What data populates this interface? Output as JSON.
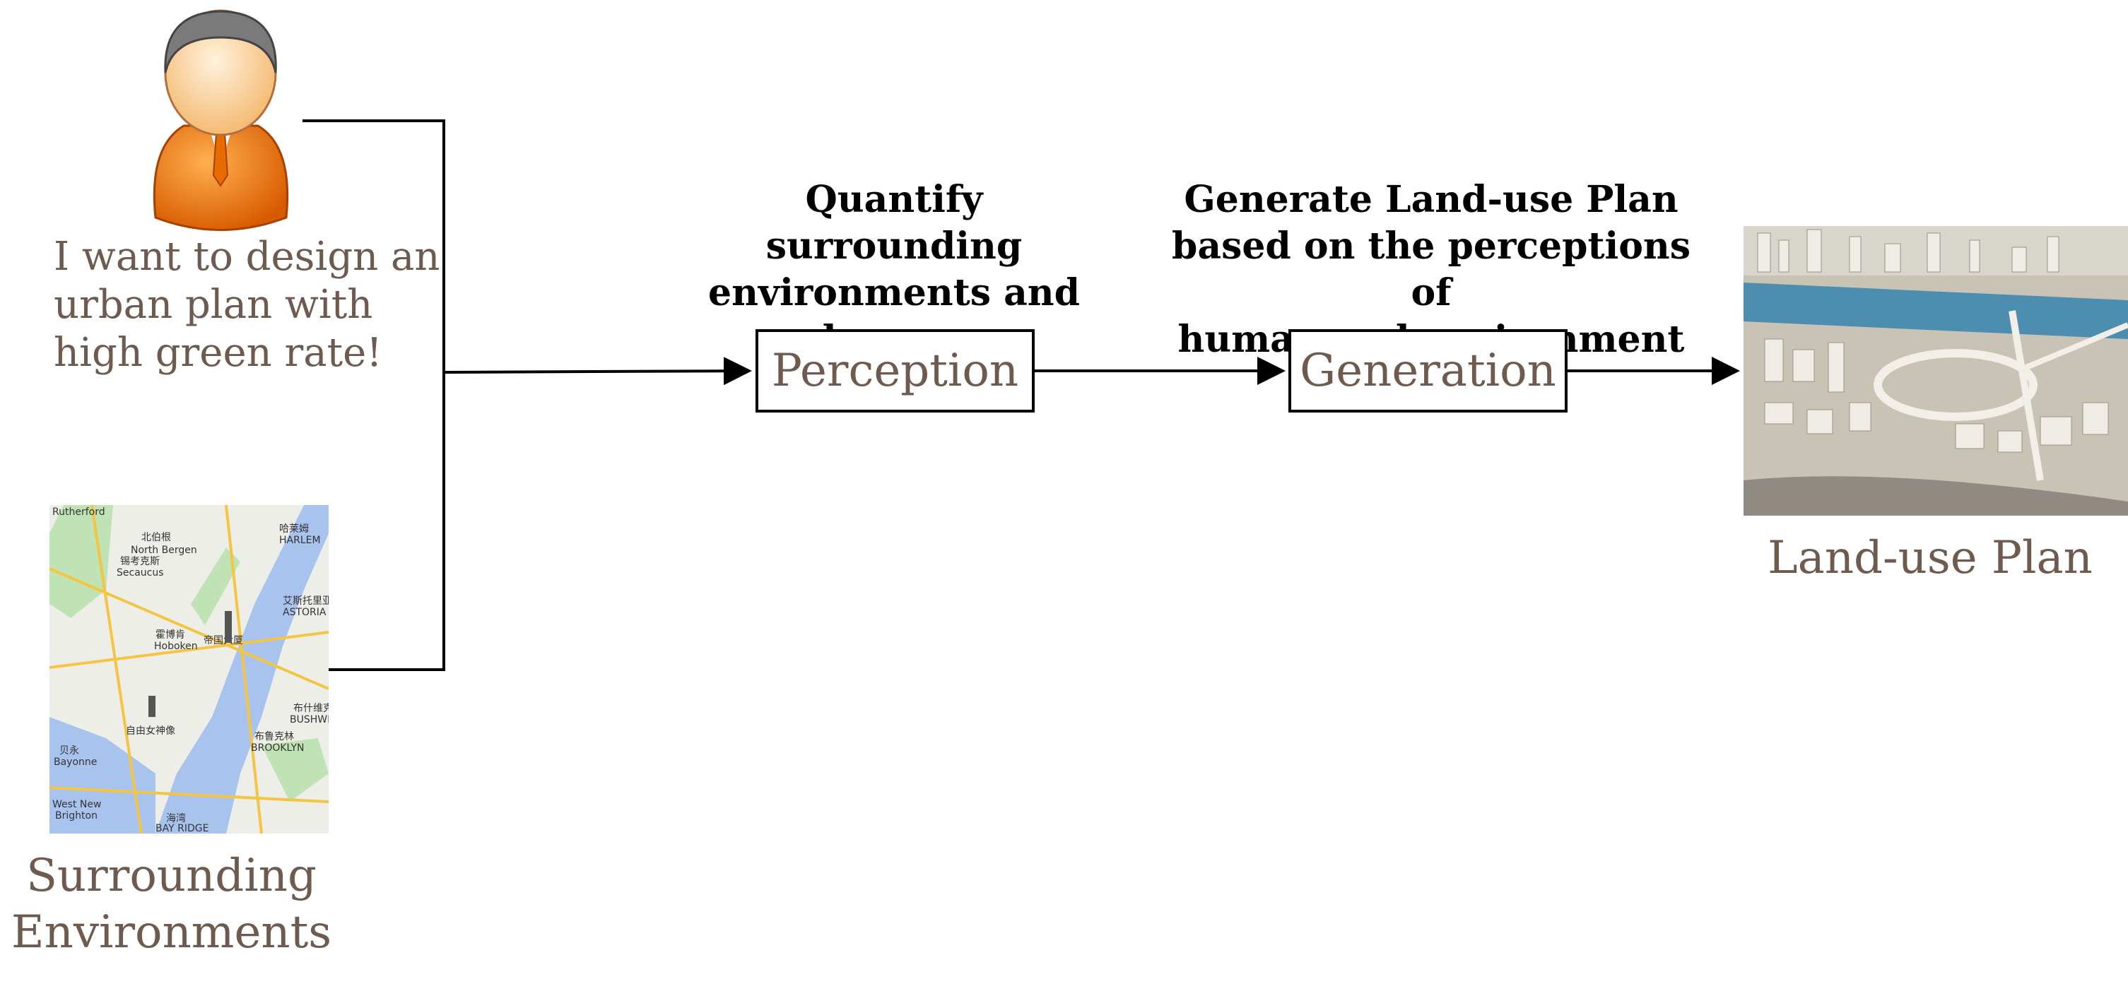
{
  "user": {
    "quote": "I want to design an\nurban plan with\nhigh green rate!",
    "icon": "person-icon"
  },
  "environment": {
    "label": "Surrounding\nEnvironments",
    "map_labels": [
      "Rutherford",
      "北伯根",
      "North Bergen",
      "锡考克斯",
      "Secaucus",
      "哈莱姆",
      "HARLEM",
      "霍博肯",
      "Hoboken",
      "帝国大厦",
      "艾斯托里亚",
      "ASTORIA",
      "自由女神像",
      "布鲁克林",
      "BROOKLYN",
      "布什维克",
      "BUSHWICK",
      "贝永",
      "Bayonne",
      "West New",
      "Brighton",
      "海湾",
      "BAY RIDGE"
    ]
  },
  "steps": {
    "perception": {
      "caption": "Quantify surrounding\nenvironments and\nhuman requirements",
      "label": "Perception"
    },
    "generation": {
      "caption": "Generate Land-use Plan\nbased on the perceptions of\nhuman and environment",
      "label": "Generation"
    }
  },
  "output": {
    "label": "Land-use Plan"
  },
  "colors": {
    "label_text": "#6f5a4f",
    "person_orange": "#f07d10",
    "map_water": "#a9c3ef",
    "map_park": "#bfe3b4"
  }
}
